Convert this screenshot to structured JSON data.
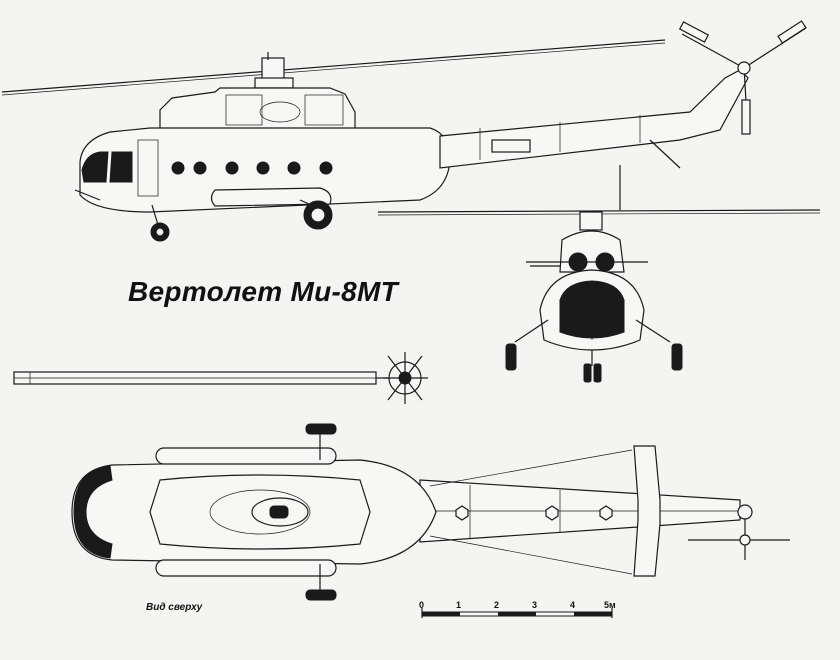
{
  "drawing": {
    "title": "Вертолет Ми-8МТ",
    "top_view_caption": "Вид сверху",
    "scale_ticks": [
      "0",
      "1",
      "2",
      "3",
      "4",
      "5м"
    ]
  },
  "scale_bar": {
    "min": 0,
    "max": 5,
    "unit": "м"
  }
}
